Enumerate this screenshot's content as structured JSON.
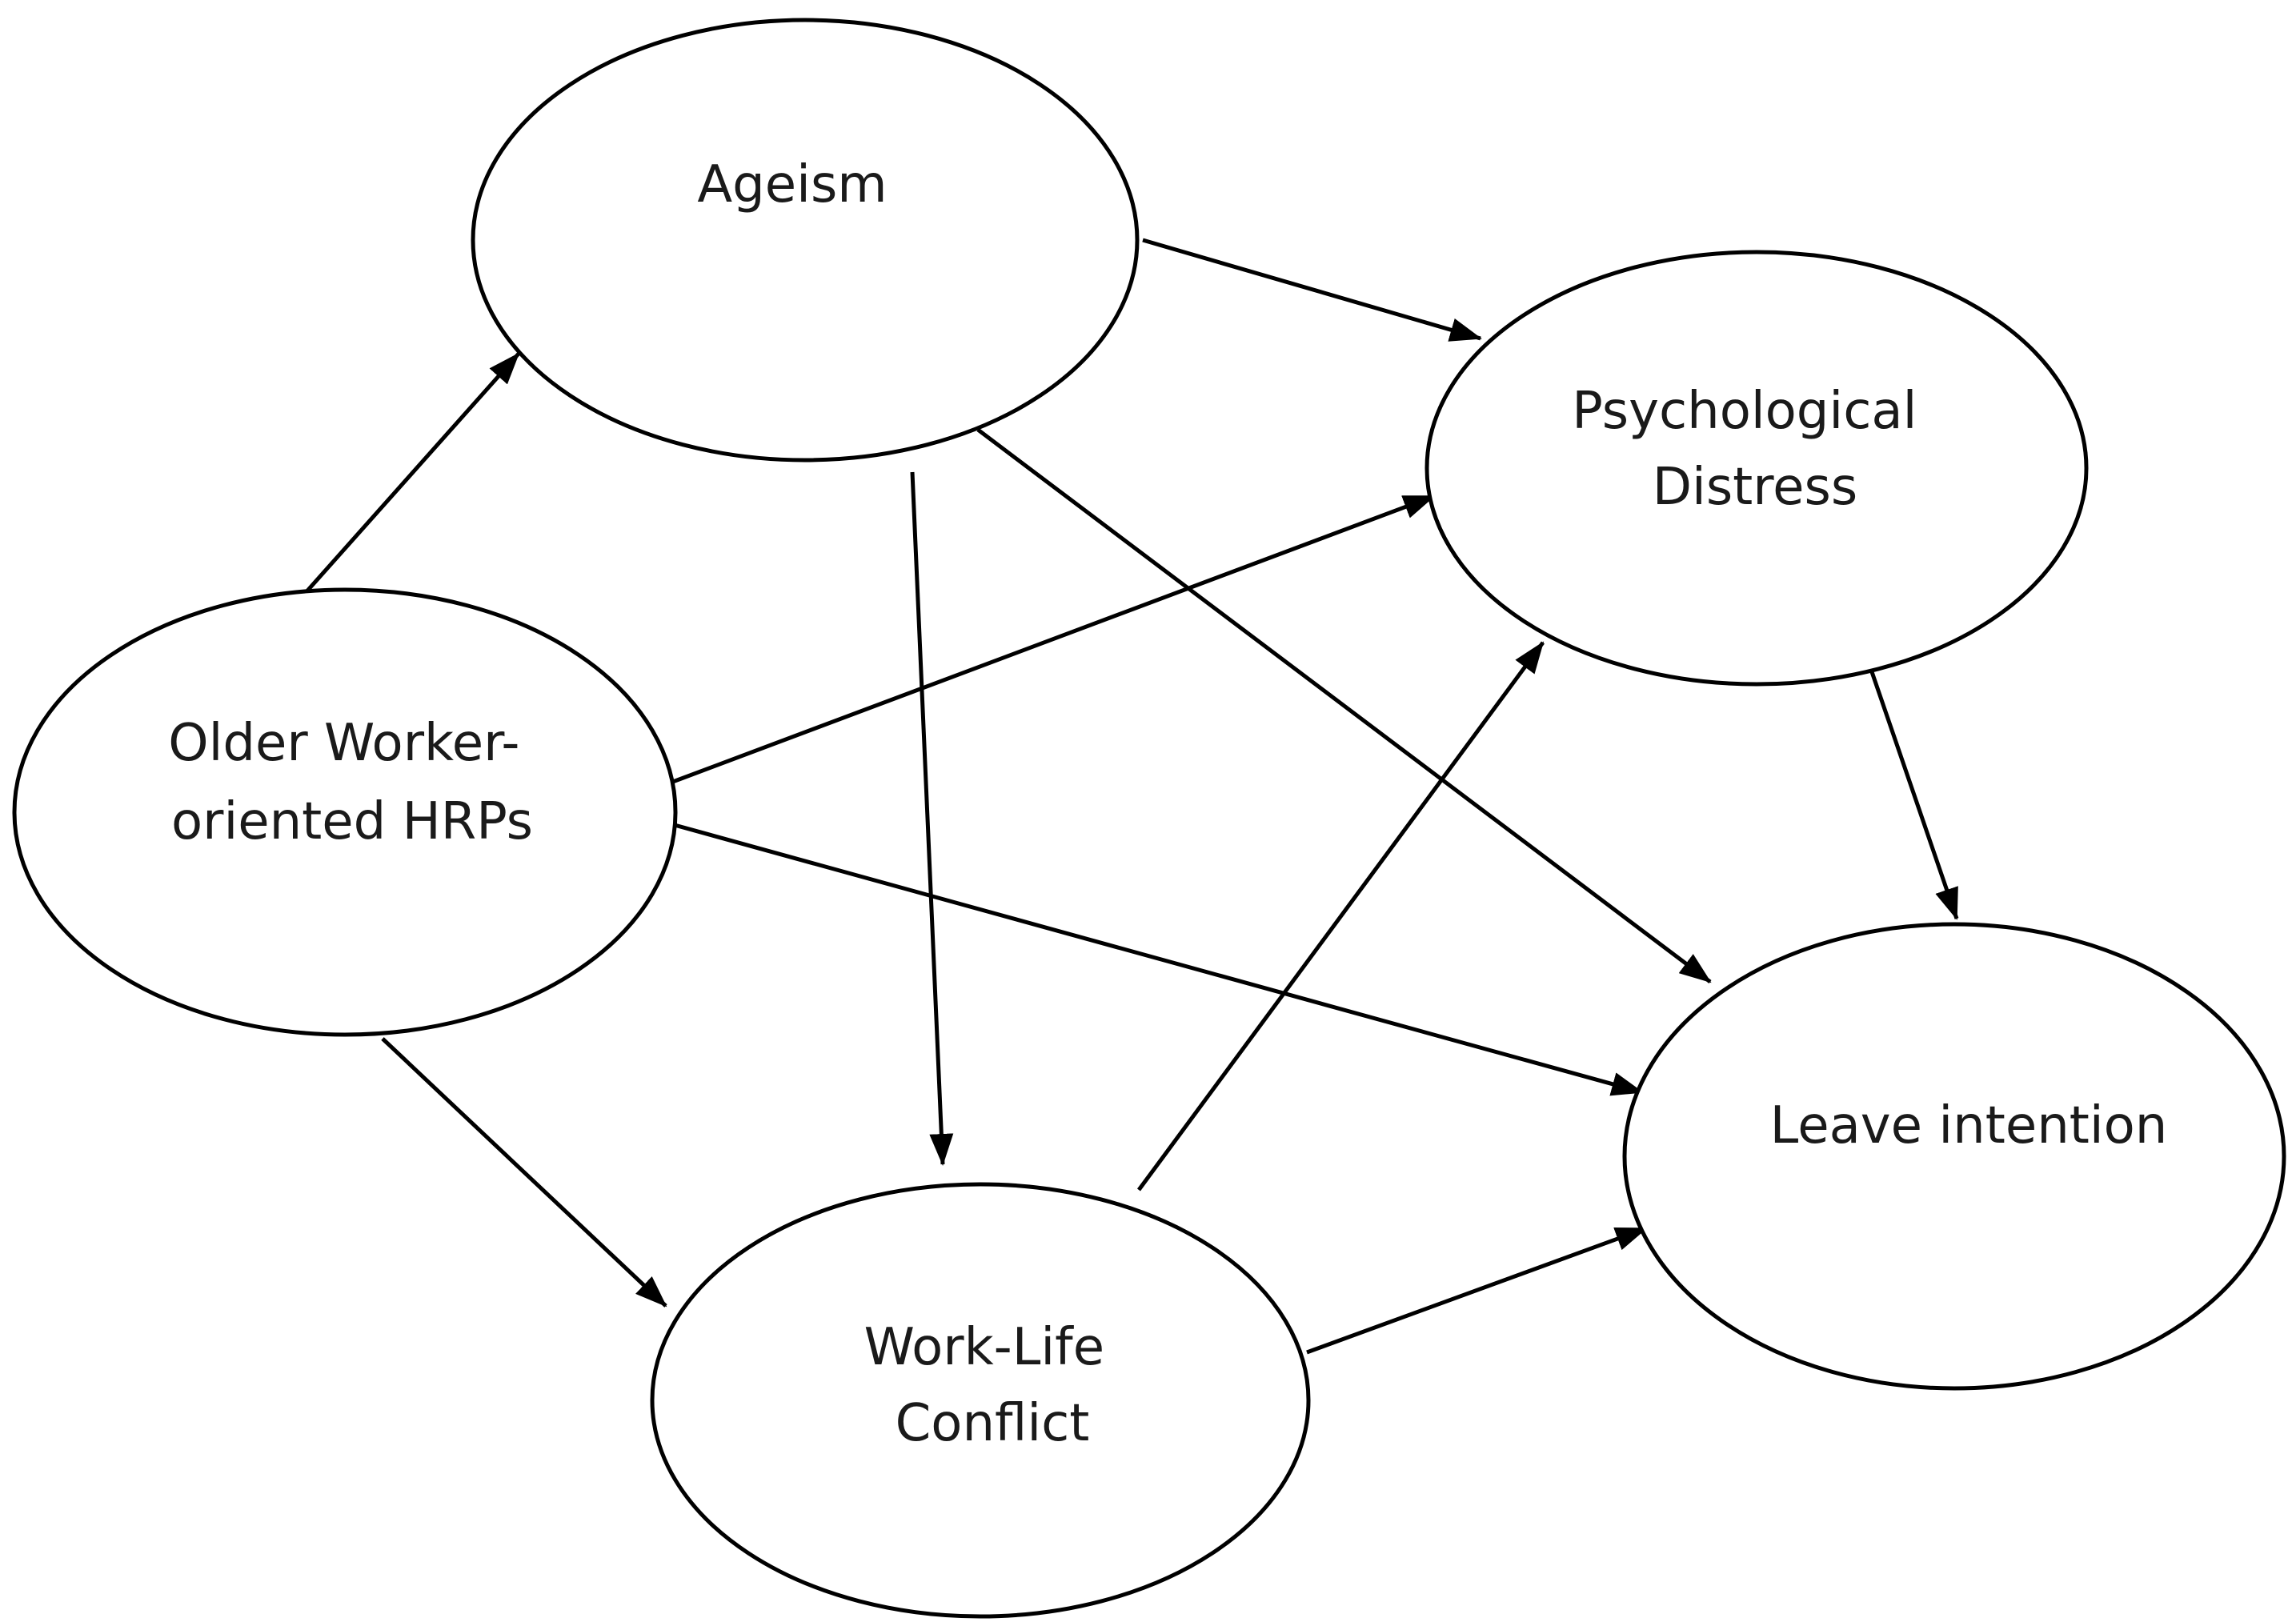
{
  "diagram": {
    "nodes": [
      {
        "id": "ageism",
        "lines": [
          "Ageism"
        ]
      },
      {
        "id": "psychological-distress",
        "lines": [
          "Psychological",
          "Distress"
        ]
      },
      {
        "id": "older-worker-hrps",
        "lines": [
          "Older Worker-",
          "oriented HRPs"
        ]
      },
      {
        "id": "leave-intention",
        "lines": [
          "Leave intention"
        ]
      },
      {
        "id": "work-life-conflict",
        "lines": [
          "Work-Life",
          "Conflict"
        ]
      }
    ],
    "edges": [
      {
        "from": "older-worker-hrps",
        "to": "ageism"
      },
      {
        "from": "ageism",
        "to": "psychological-distress"
      },
      {
        "from": "ageism",
        "to": "work-life-conflict"
      },
      {
        "from": "ageism",
        "to": "leave-intention"
      },
      {
        "from": "older-worker-hrps",
        "to": "psychological-distress"
      },
      {
        "from": "older-worker-hrps",
        "to": "leave-intention"
      },
      {
        "from": "older-worker-hrps",
        "to": "work-life-conflict"
      },
      {
        "from": "work-life-conflict",
        "to": "psychological-distress"
      },
      {
        "from": "work-life-conflict",
        "to": "leave-intention"
      },
      {
        "from": "psychological-distress",
        "to": "leave-intention"
      }
    ]
  }
}
